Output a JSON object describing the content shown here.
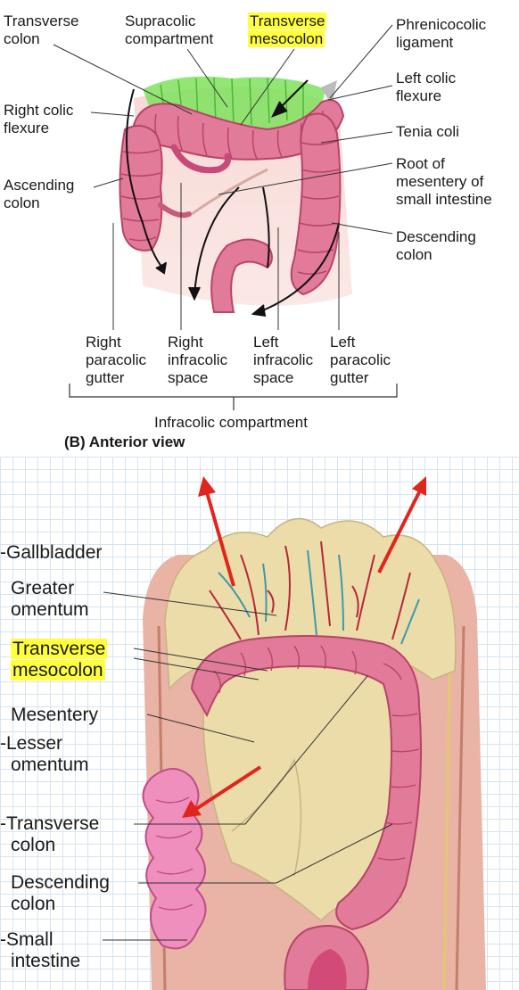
{
  "top": {
    "labels": {
      "transverse_colon": [
        "Transverse",
        "colon"
      ],
      "supracolic": [
        "Supracolic",
        "compartment"
      ],
      "transverse_mesocolon": [
        "Transverse",
        "mesocolon"
      ],
      "phrenicocolic": [
        "Phrenicocolic",
        "ligament"
      ],
      "right_colic_flexure": [
        "Right colic",
        "flexure"
      ],
      "left_colic_flexure": [
        "Left colic",
        "flexure"
      ],
      "tenia_coli": "Tenia coli",
      "ascending_colon": [
        "Ascending",
        "colon"
      ],
      "root_mesentery": [
        "Root of",
        "mesentery of",
        "small intestine"
      ],
      "descending_colon": [
        "Descending",
        "colon"
      ],
      "right_paracolic": [
        "Right",
        "paracolic",
        "gutter"
      ],
      "right_infracolic": [
        "Right",
        "infracolic",
        "space"
      ],
      "left_infracolic": [
        "Left",
        "infracolic",
        "space"
      ],
      "left_paracolic": [
        "Left",
        "paracolic",
        "gutter"
      ],
      "infracolic_compartment": "Infracolic compartment"
    },
    "caption": "(B) Anterior view"
  },
  "bottom": {
    "labels": {
      "gallbladder": "Gallbladder",
      "greater_omentum": [
        "Greater",
        "omentum"
      ],
      "transverse_mesocolon": [
        "Transverse",
        "mesocolon"
      ],
      "mesentery": "Mesentery",
      "lesser_omentum": [
        "Lesser",
        "omentum"
      ],
      "transverse_colon": [
        "Transverse",
        "colon"
      ],
      "descending_colon": [
        "Descending",
        "colon"
      ],
      "small_intestine": [
        "Small",
        "intestine"
      ]
    }
  },
  "colors": {
    "colon": "#e27a9a",
    "colon_dark": "#b84468",
    "mesentery_green": "#7fe25e",
    "omentum": "#ecdcaa",
    "highlight": "#ffff3d",
    "arrow_red": "#e0261c",
    "vessel_blue": "#3d9aa8"
  }
}
